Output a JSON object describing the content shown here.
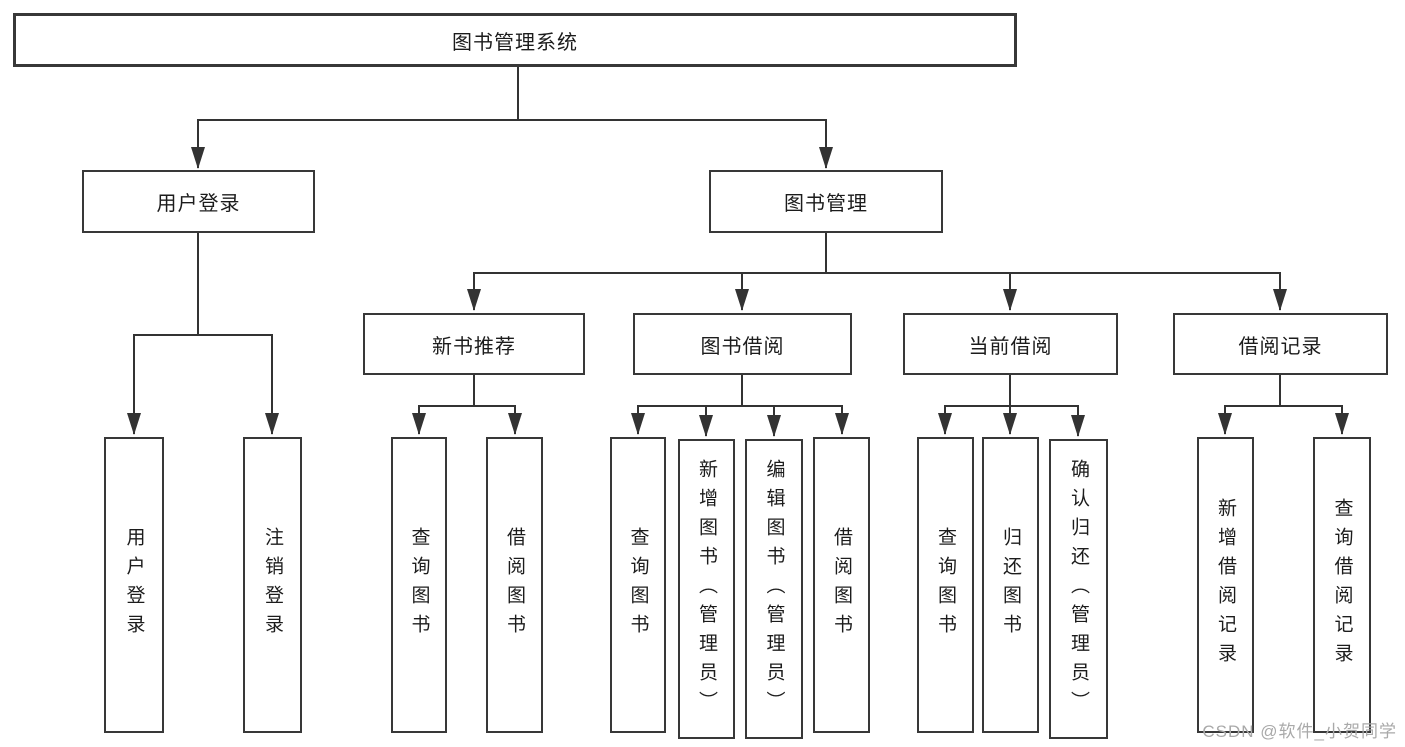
{
  "root": {
    "label": "图书管理系统"
  },
  "branches": {
    "user_login": {
      "label": "用户登录",
      "children": [
        {
          "label": "用户登录"
        },
        {
          "label": "注销登录"
        }
      ]
    },
    "book_management": {
      "label": "图书管理",
      "sections": [
        {
          "label": "新书推荐",
          "children": [
            {
              "label": "查询图书"
            },
            {
              "label": "借阅图书"
            }
          ]
        },
        {
          "label": "图书借阅",
          "children": [
            {
              "label": "查询图书"
            },
            {
              "label": "新增图书（管理员）"
            },
            {
              "label": "编辑图书（管理员）"
            },
            {
              "label": "借阅图书"
            }
          ]
        },
        {
          "label": "当前借阅",
          "children": [
            {
              "label": "查询图书"
            },
            {
              "label": "归还图书"
            },
            {
              "label": "确认归还（管理员）"
            }
          ]
        },
        {
          "label": "借阅记录",
          "children": [
            {
              "label": "新增借阅记录"
            },
            {
              "label": "查询借阅记录"
            }
          ]
        }
      ]
    }
  },
  "watermark": {
    "text": "CSDN @软件_小贺同学"
  },
  "colors": {
    "line": "#333333",
    "border": "#383838",
    "text": "#1c1c1c",
    "watermark_gray": "#a9a9a9",
    "background": "#ffffff"
  }
}
